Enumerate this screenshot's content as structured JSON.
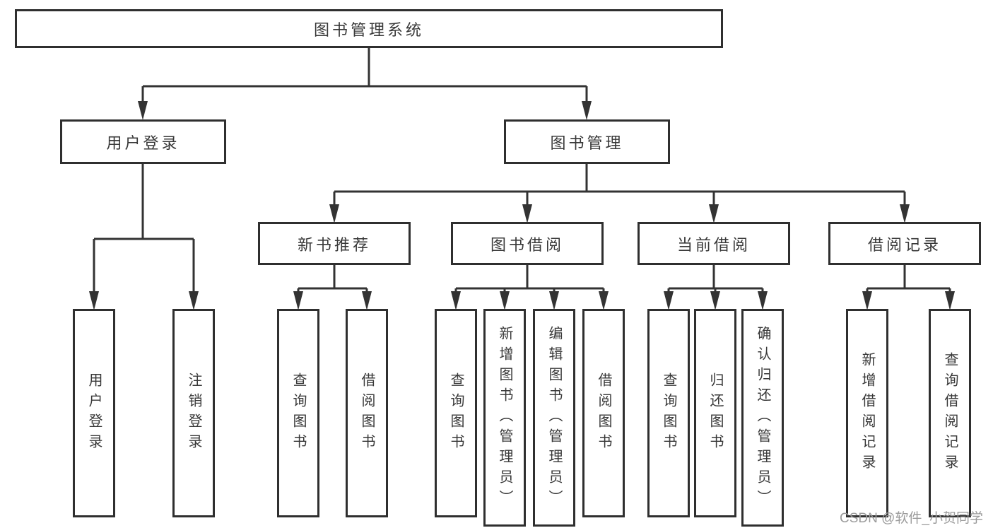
{
  "diagram": {
    "root": "图书管理系统",
    "level2": {
      "user_login": "用户登录",
      "book_management": "图书管理"
    },
    "level3": {
      "new_book": "新书推荐",
      "book_borrow": "图书借阅",
      "current_borrow": "当前借阅",
      "borrow_record": "借阅记录"
    },
    "leaves": {
      "user_login": [
        "用户登录",
        "注销登录"
      ],
      "new_book": [
        "查询图书",
        "借阅图书"
      ],
      "book_borrow": [
        "查询图书",
        "新增图书（管理员）",
        "编辑图书（管理员）",
        "借阅图书"
      ],
      "current_borrow": [
        "查询图书",
        "归还图书",
        "确认归还（管理员）"
      ],
      "borrow_record": [
        "新增借阅记录",
        "查询借阅记录"
      ]
    }
  },
  "watermark": "CSDN @软件_小贺同学",
  "colors": {
    "line": "#333333",
    "border": "#2f2f2f",
    "text": "#383838",
    "background": "#ffffff",
    "watermark": "#9b9b9b"
  }
}
